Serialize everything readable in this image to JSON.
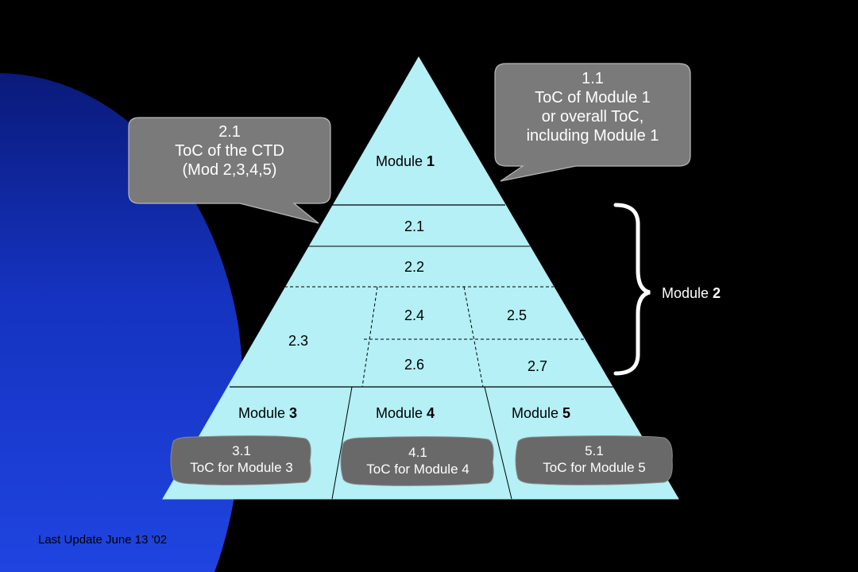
{
  "layers": {
    "module1": {
      "prefix": "Module ",
      "num": "1"
    },
    "s21": "2.1",
    "s22": "2.2",
    "s23": "2.3",
    "s24": "2.4",
    "s25": "2.5",
    "s26": "2.6",
    "s27": "2.7",
    "module3": {
      "prefix": "Module ",
      "num": "3"
    },
    "module4": {
      "prefix": "Module ",
      "num": "4"
    },
    "module5": {
      "prefix": "Module ",
      "num": "5"
    }
  },
  "bracket_label": {
    "prefix": "Module ",
    "num": "2"
  },
  "callouts": {
    "ctd": {
      "line1": "2.1",
      "line2": "ToC of the CTD",
      "line3": "(Mod 2,3,4,5)"
    },
    "mod1": {
      "line1": "1.1",
      "line2": "ToC of Module 1",
      "line3": "or overall ToC,",
      "line4": "including Module 1"
    }
  },
  "pills": {
    "m3": {
      "line1": "3.1",
      "line2": "ToC for Module 3"
    },
    "m4": {
      "line1": "4.1",
      "line2": "ToC for Module 4"
    },
    "m5": {
      "line1": "5.1",
      "line2": "ToC for Module 5"
    }
  },
  "footer": "Last Update June 13 '02",
  "colors": {
    "background": "#000000",
    "pyramid_fill": "#b4f0f6",
    "callout_fill": "#7a7a7a",
    "pill_fill": "#696969",
    "bracket": "#ffffff",
    "blue_shape": "#1f3cd6"
  }
}
